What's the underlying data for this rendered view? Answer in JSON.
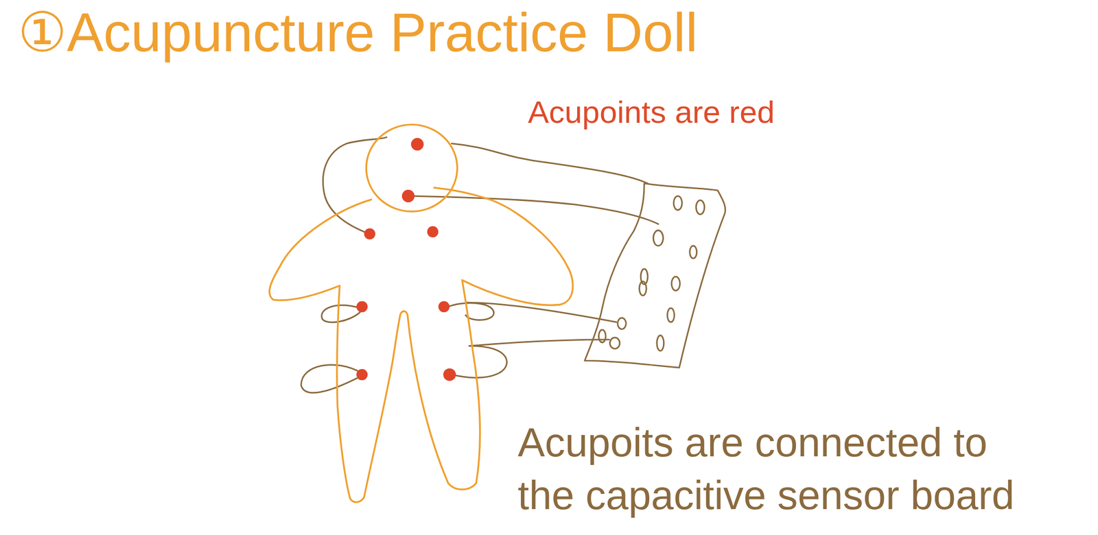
{
  "diagram": {
    "title": "①Acupuncture Practice Doll",
    "labels": [
      "Acupoints are red",
      "Acupoits are connected to the capacitive sensor board"
    ]
  }
}
